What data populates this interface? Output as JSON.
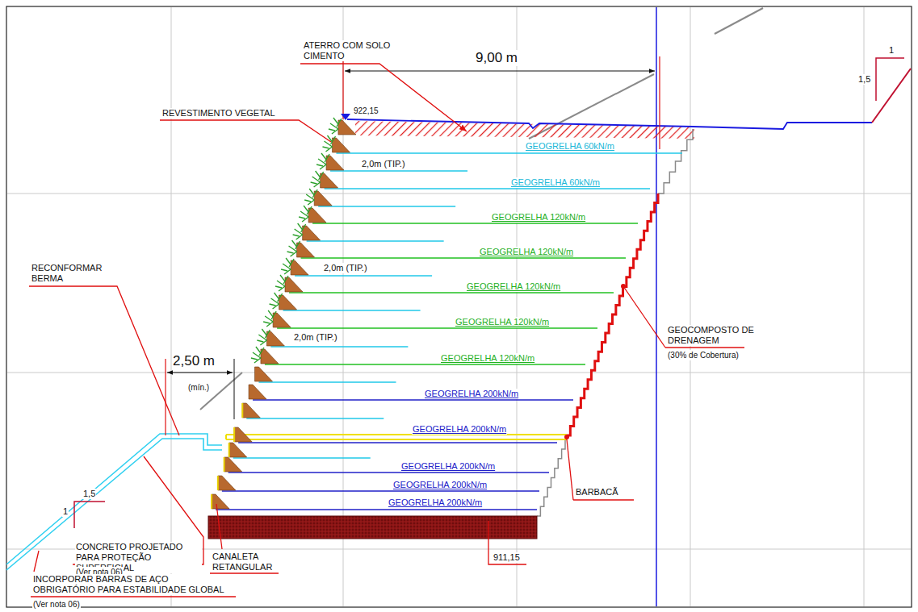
{
  "diagram": {
    "labels": [
      "ATERRO COM SOLO CIMENTO",
      "9,00 m",
      "922,15",
      "REVESTIMENTO VEGETAL",
      "2,0m (TIP.)",
      "GEOGRELHA 60kN/m",
      "GEOGRELHA 60kN/m",
      "GEOGRELHA 120kN/m",
      "GEOGRELHA 120kN/m",
      "2,0m (TIP.)",
      "GEOGRELHA 120kN/m",
      "GEOGRELHA 120kN/m",
      "2,0m (TIP.)",
      "GEOGRELHA 120kN/m",
      "RECONFORMAR BERMA",
      "2,50 m",
      "(mín.)",
      "GEOGRELHA 200kN/m",
      "GEOCOMPOSTO DE DRENAGEM",
      "(30% de Cobertura)",
      "GEOGRELHA 200kN/m",
      "BARBACÃ",
      "GEOGRELHA 200kN/m",
      "GEOGRELHA 200kN/m",
      "GEOGRELHA 200kN/m",
      "CONCRETO PROJETADO PARA PROTEÇÃO SUPERFICIAL",
      "(Ver nota 06)",
      "911,15",
      "CANALETA RETANGULAR",
      "INCORPORAR BARRAS DE AÇO OBRIGATÓRIO PARA ESTABILIDADE GLOBAL",
      "(Ver nota 06)",
      "1",
      "1,5",
      "1,5",
      "1"
    ]
  }
}
